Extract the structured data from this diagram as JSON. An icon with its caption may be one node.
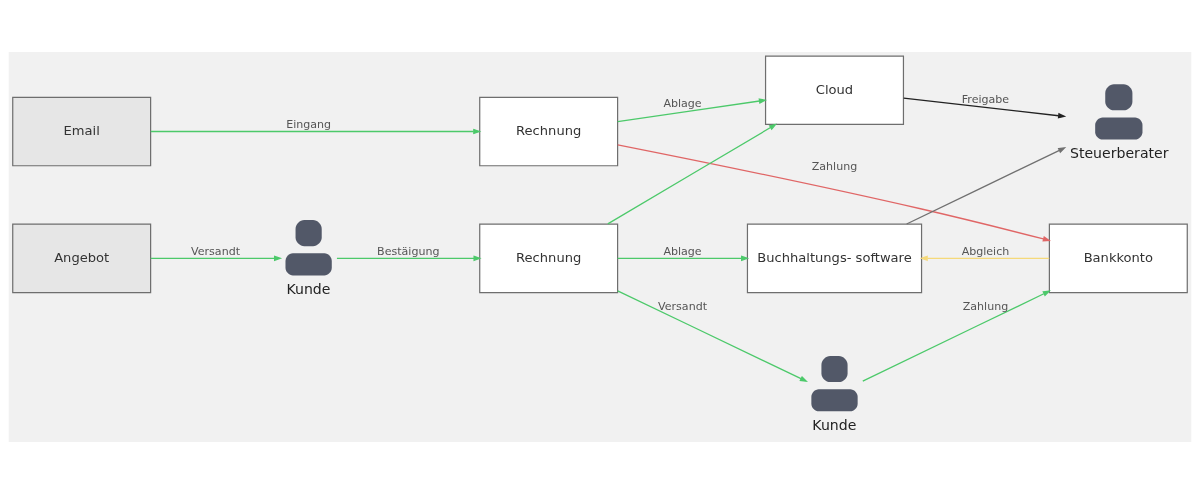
{
  "diagram": {
    "nodes": [
      {
        "text": [
          "Email"
        ]
      },
      {
        "text": [
          "Rechnung"
        ]
      },
      {
        "text": [
          "Cloud"
        ]
      },
      {
        "text": [
          "Steuerberater"
        ]
      },
      {
        "text": [
          "Buchhaltungs- software"
        ]
      },
      {
        "text": [
          "Angebot"
        ]
      },
      {
        "text": [
          "Kunde"
        ]
      },
      {
        "text": [
          "Rechnung"
        ]
      },
      {
        "text": [
          "Kunde"
        ]
      },
      {
        "text": [
          "Bankkonto"
        ]
      }
    ],
    "edges": [
      {
        "from": 0,
        "to": 1,
        "arrow": "to",
        "label": "Eingang"
      },
      {
        "from": 1,
        "to": 9,
        "arrow": "to",
        "label": "Zahlung",
        "color": "#e06666"
      },
      {
        "from": 1,
        "to": 2,
        "arrow": "to",
        "label": "Ablage"
      },
      {
        "from": 7,
        "to": 2,
        "arrow": "to"
      },
      {
        "from": 7,
        "to": 4,
        "arrow": "to",
        "label": "Ablage"
      },
      {
        "from": 2,
        "to": 3,
        "arrow": "to",
        "label": "Freigabe",
        "color": "#222222"
      },
      {
        "from": 4,
        "to": 3,
        "arrow": "to",
        "color": "#707070"
      },
      {
        "from": 9,
        "to": 4,
        "arrow": "to",
        "label": "Abgleich",
        "color": "#f5d97a"
      },
      {
        "from": 5,
        "to": 6,
        "arrow": "to",
        "label": "Versandt"
      },
      {
        "from": 6,
        "to": 7,
        "arrow": "to",
        "label": "Bestäigung"
      },
      {
        "from": 7,
        "to": 8,
        "arrow": "to",
        "label": "Versandt"
      },
      {
        "from": 8,
        "to": 9,
        "arrow": "to",
        "label": "Zahlung"
      }
    ]
  }
}
